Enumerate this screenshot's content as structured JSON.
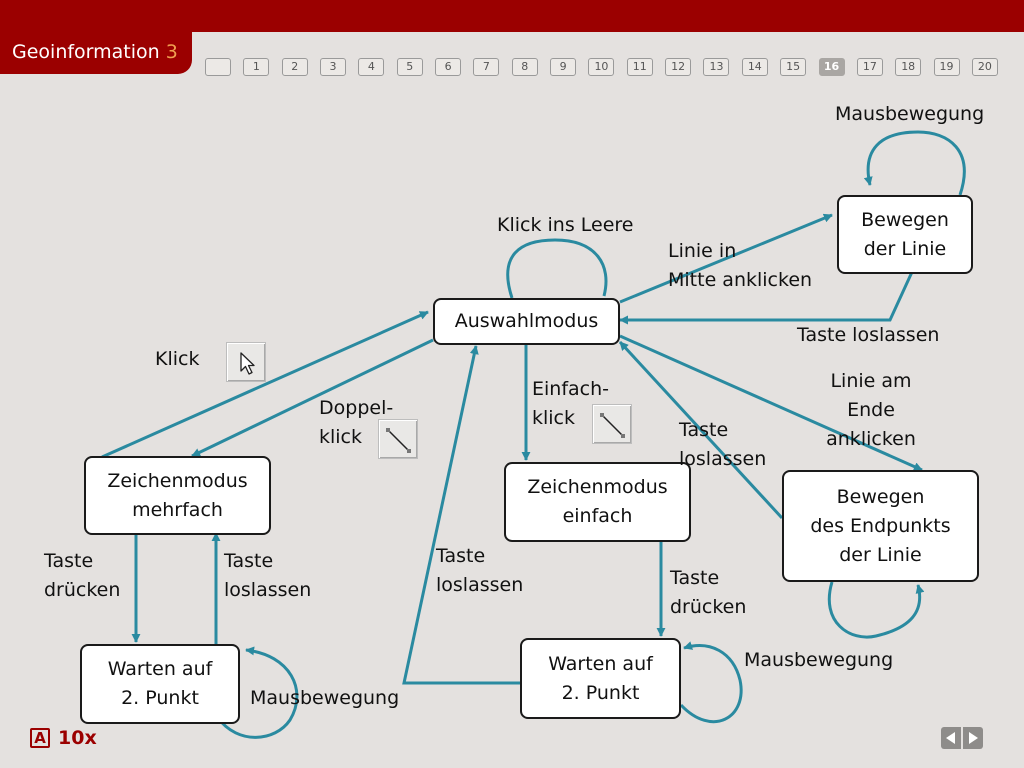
{
  "header": {
    "title": "Geoinformation",
    "number": "3",
    "slides": [
      "",
      "1",
      "2",
      "3",
      "4",
      "5",
      "6",
      "7",
      "8",
      "9",
      "10",
      "11",
      "12",
      "13",
      "14",
      "15",
      "16",
      "17",
      "18",
      "19",
      "20"
    ],
    "active_slide": "16"
  },
  "states": {
    "auswahl": "Auswahlmodus",
    "bewegen_linie": "Bewegen\nder Linie",
    "zeichen_mehrfach": "Zeichenmodus\nmehrfach",
    "zeichen_einfach": "Zeichenmodus\neinfach",
    "bewegen_endpunkt": "Bewegen\ndes Endpunkts\nder Linie",
    "warten_links": "Warten auf\n2. Punkt",
    "warten_mitte": "Warten auf\n2. Punkt"
  },
  "labels": {
    "mausbewegung_top": "Mausbewegung",
    "klick_leere": "Klick ins Leere",
    "linie_mitte": "Linie in\nMitte anklicken",
    "taste_loslassen_right": "Taste loslassen",
    "klick": "Klick",
    "doppelklick": "Doppel-\nklick",
    "einfachklick": "Einfach-\nklick",
    "taste_loslassen_mid": "Taste\nloslassen",
    "linie_ende": "Linie am\nEnde\nanklicken",
    "taste_druecken_left": "Taste\ndrücken",
    "taste_loslassen_left": "Taste\nloslassen",
    "taste_loslassen_center": "Taste\nloslassen",
    "taste_druecken_mid": "Taste\ndrücken",
    "mausbewegung_right": "Mausbewegung",
    "mausbewegung_bottom": "Mausbewegung"
  },
  "icons": {
    "pointer_tool": "cursor-arrow-icon",
    "line_tool": "line-tool-icon"
  },
  "footer": {
    "badge": "A",
    "count": "10x"
  },
  "colors": {
    "brand": "#9b0000",
    "edge": "#2a8aa0",
    "background": "#e4e1df"
  }
}
